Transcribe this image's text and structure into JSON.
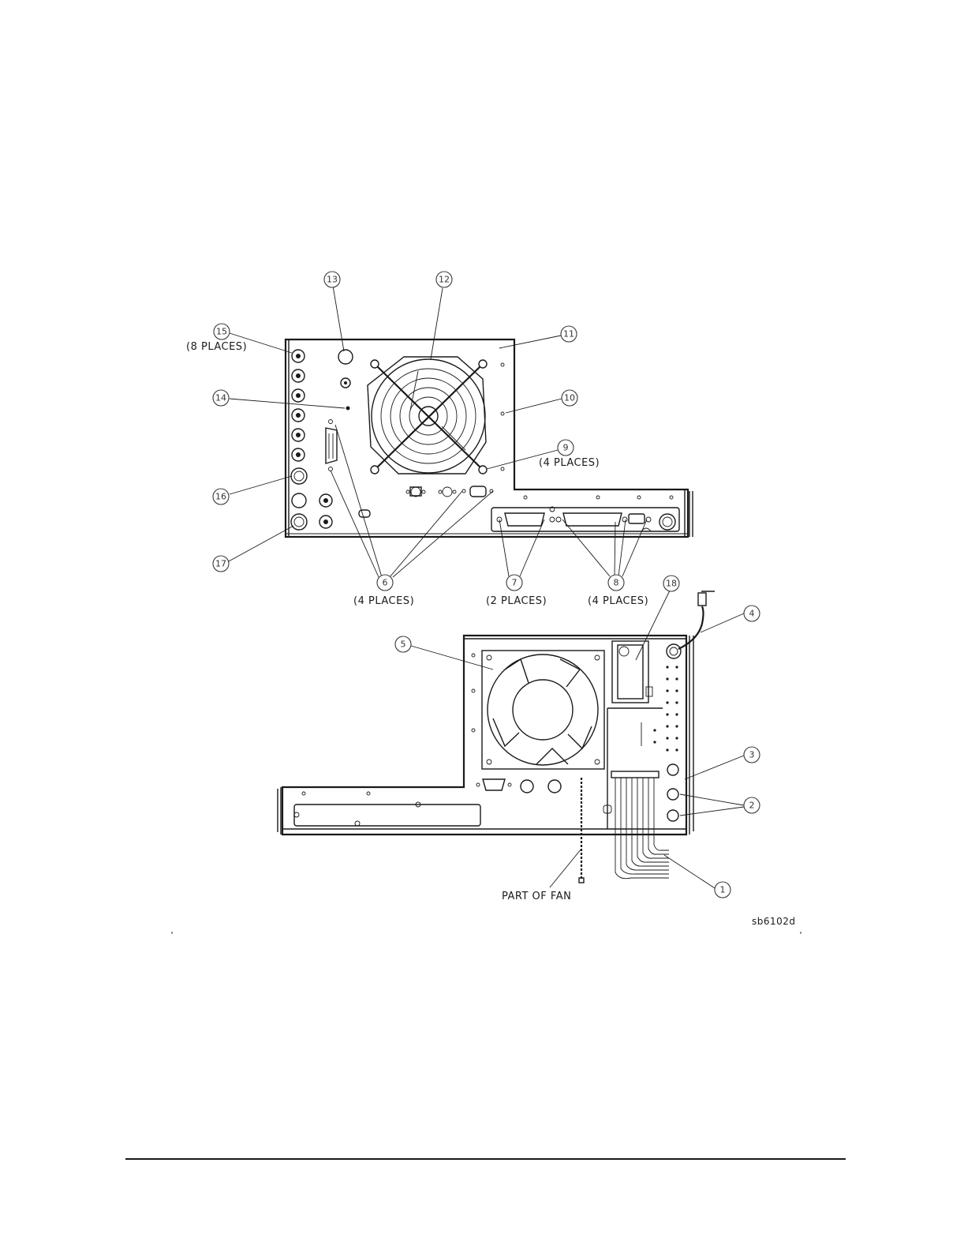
{
  "callouts": [
    {
      "id": "1",
      "label": "1"
    },
    {
      "id": "2",
      "label": "2"
    },
    {
      "id": "3",
      "label": "3"
    },
    {
      "id": "4",
      "label": "4"
    },
    {
      "id": "5",
      "label": "5"
    },
    {
      "id": "6",
      "label": "6"
    },
    {
      "id": "7",
      "label": "7"
    },
    {
      "id": "8",
      "label": "8"
    },
    {
      "id": "9",
      "label": "9"
    },
    {
      "id": "10",
      "label": "10"
    },
    {
      "id": "11",
      "label": "11"
    },
    {
      "id": "12",
      "label": "12"
    },
    {
      "id": "13",
      "label": "13"
    },
    {
      "id": "14",
      "label": "14"
    },
    {
      "id": "15",
      "label": "15"
    },
    {
      "id": "16",
      "label": "16"
    },
    {
      "id": "17",
      "label": "17"
    },
    {
      "id": "18",
      "label": "18"
    }
  ],
  "labels": {
    "places_8": "(8 PLACES)",
    "places_4_item9": "(4 PLACES)",
    "places_4_item6": "(4 PLACES)",
    "places_2_item7": "(2 PLACES)",
    "places_4_item8": "(4 PLACES)",
    "part_of_fan": "PART OF FAN",
    "figure_id": "sb6102d"
  }
}
